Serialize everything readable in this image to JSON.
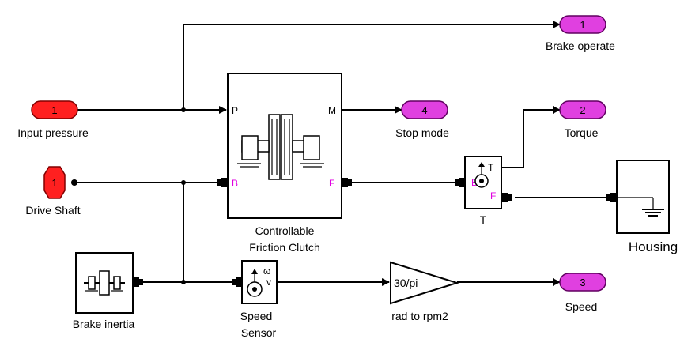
{
  "inports": {
    "input_pressure": {
      "number": "1",
      "label": "Input pressure"
    },
    "drive_shaft": {
      "number": "1",
      "label": "Drive Shaft"
    }
  },
  "outports": {
    "brake_operate": {
      "number": "1",
      "label": "Brake operate"
    },
    "stop_mode": {
      "number": "4",
      "label": "Stop mode"
    },
    "torque": {
      "number": "2",
      "label": "Torque"
    },
    "speed": {
      "number": "3",
      "label": "Speed"
    }
  },
  "blocks": {
    "clutch": {
      "label_line1": "Controllable",
      "label_line2": "Friction Clutch",
      "port_p": "P",
      "port_m": "M",
      "port_b": "B",
      "port_f": "F"
    },
    "torque_sensor": {
      "label": "T",
      "port_b": "B",
      "port_f": "F",
      "port_t": "T"
    },
    "housing": {
      "label": "Housing"
    },
    "brake_inertia": {
      "label": "Brake inertia"
    },
    "speed_sensor": {
      "label_line1": "Speed",
      "label_line2": "Sensor",
      "port_w": "ω",
      "port_v": "v"
    },
    "gain": {
      "value": "30/pi",
      "label": "rad to rpm2"
    }
  },
  "colors": {
    "inport": "#ff2020",
    "outport": "#e040e0",
    "port_label": "#e000e0",
    "line": "#000000",
    "background": "#ffffff"
  }
}
